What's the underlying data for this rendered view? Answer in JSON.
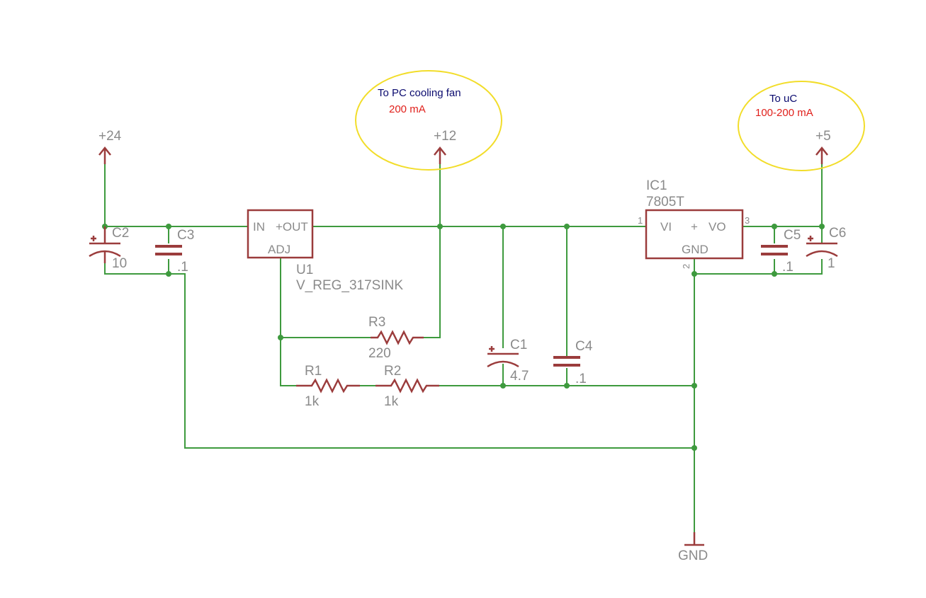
{
  "annotations": {
    "fan_note": {
      "title": "To PC cooling fan",
      "current": "200 mA"
    },
    "uc_note": {
      "title": "To uC",
      "current": "100-200 mA"
    }
  },
  "supplies": {
    "v24": "+24",
    "v12": "+12",
    "v5": "+5",
    "gnd": "GND"
  },
  "u1": {
    "name": "U1",
    "value": "V_REG_317SINK",
    "pin_in": "IN",
    "pin_out": "+OUT",
    "pin_adj": "ADJ"
  },
  "ic1": {
    "name": "IC1",
    "value": "7805T",
    "pin_vi": "VI",
    "pin_plus": "+",
    "pin_vo": "VO",
    "pin_gnd": "GND",
    "pin1": "1",
    "pin2": "2",
    "pin3": "3"
  },
  "capacitors": {
    "c1": {
      "name": "C1",
      "value": "4.7"
    },
    "c2": {
      "name": "C2",
      "value": "10"
    },
    "c3": {
      "name": "C3",
      "value": ".1"
    },
    "c4": {
      "name": "C4",
      "value": ".1"
    },
    "c5": {
      "name": "C5",
      "value": ".1"
    },
    "c6": {
      "name": "C6",
      "value": "1"
    }
  },
  "resistors": {
    "r1": {
      "name": "R1",
      "value": "1k"
    },
    "r2": {
      "name": "R2",
      "value": "1k"
    },
    "r3": {
      "name": "R3",
      "value": "220"
    }
  },
  "colors": {
    "wire": "#3e9a3e",
    "part": "#9b3c3c",
    "label": "#8a8a8a",
    "highlight": "#f2dd2a",
    "note_blue": "#0a0a6e",
    "note_red": "#e0201b"
  }
}
